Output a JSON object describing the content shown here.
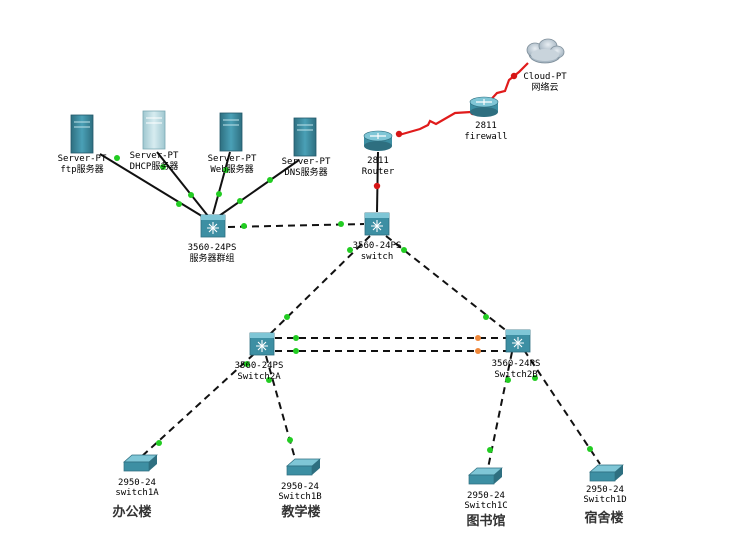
{
  "colors": {
    "link_black": "#111111",
    "link_red": "#e01b1b",
    "port_up": "#22cc22",
    "port_red": "#d61515",
    "port_orange": "#f0883a",
    "device_body": "#3d8fa3",
    "device_top": "#7fc6d6"
  },
  "devices": {
    "cloud": {
      "icon": "cloud-icon",
      "line1": "Cloud-PT",
      "line2": "网络云"
    },
    "firewall": {
      "icon": "router-icon",
      "line1": "2811",
      "line2": "firewall"
    },
    "router": {
      "icon": "router-icon",
      "line1": "2811",
      "line2": "Router"
    },
    "core": {
      "icon": "l3-switch-icon",
      "line1": "3560-24PS",
      "line2": "switch"
    },
    "servergroup": {
      "icon": "l3-switch-icon",
      "line1": "3560-24PS",
      "line2": "服务器群组"
    },
    "ftp": {
      "icon": "server-icon",
      "line1": "Server-PT",
      "line2": "ftp服务器"
    },
    "dhcp": {
      "icon": "server-icon",
      "line1": "Server-PT",
      "line2": "DHCP服务器"
    },
    "web": {
      "icon": "server-icon",
      "line1": "Server-PT",
      "line2": "Web服务器"
    },
    "dns": {
      "icon": "server-icon",
      "line1": "Server-PT",
      "line2": "DNS服务器"
    },
    "switch2a": {
      "icon": "l3-switch-icon",
      "line1": "3560-24PS",
      "line2": "Switch2A"
    },
    "switch2b": {
      "icon": "l3-switch-icon",
      "line1": "3560-24PS",
      "line2": "Switch2B"
    },
    "switch1a": {
      "icon": "l2-switch-icon",
      "line1": "2950-24",
      "line2": "switch1A",
      "building": "办公楼"
    },
    "switch1b": {
      "icon": "l2-switch-icon",
      "line1": "2950-24",
      "line2": "Switch1B",
      "building": "教学楼"
    },
    "switch1c": {
      "icon": "l2-switch-icon",
      "line1": "2950-24",
      "line2": "Switch1C",
      "building": "图书馆"
    },
    "switch1d": {
      "icon": "l2-switch-icon",
      "line1": "2950-24",
      "line2": "Switch1D",
      "building": "宿舍楼"
    }
  },
  "links": [
    {
      "from": "cloud",
      "to": "firewall",
      "type": "serial"
    },
    {
      "from": "firewall",
      "to": "router",
      "type": "serial"
    },
    {
      "from": "router",
      "to": "core",
      "type": "straight"
    },
    {
      "from": "servergroup",
      "to": "core",
      "type": "cross"
    },
    {
      "from": "servergroup",
      "to": "ftp",
      "type": "straight"
    },
    {
      "from": "servergroup",
      "to": "dhcp",
      "type": "straight"
    },
    {
      "from": "servergroup",
      "to": "web",
      "type": "straight"
    },
    {
      "from": "servergroup",
      "to": "dns",
      "type": "straight"
    },
    {
      "from": "core",
      "to": "switch2a",
      "type": "cross"
    },
    {
      "from": "core",
      "to": "switch2b",
      "type": "cross"
    },
    {
      "from": "switch2a",
      "to": "switch2b",
      "type": "cross"
    },
    {
      "from": "switch2a",
      "to": "switch2b",
      "type": "cross"
    },
    {
      "from": "switch2a",
      "to": "switch1a",
      "type": "cross"
    },
    {
      "from": "switch2a",
      "to": "switch1b",
      "type": "cross"
    },
    {
      "from": "switch2b",
      "to": "switch1c",
      "type": "cross"
    },
    {
      "from": "switch2b",
      "to": "switch1d",
      "type": "cross"
    }
  ]
}
